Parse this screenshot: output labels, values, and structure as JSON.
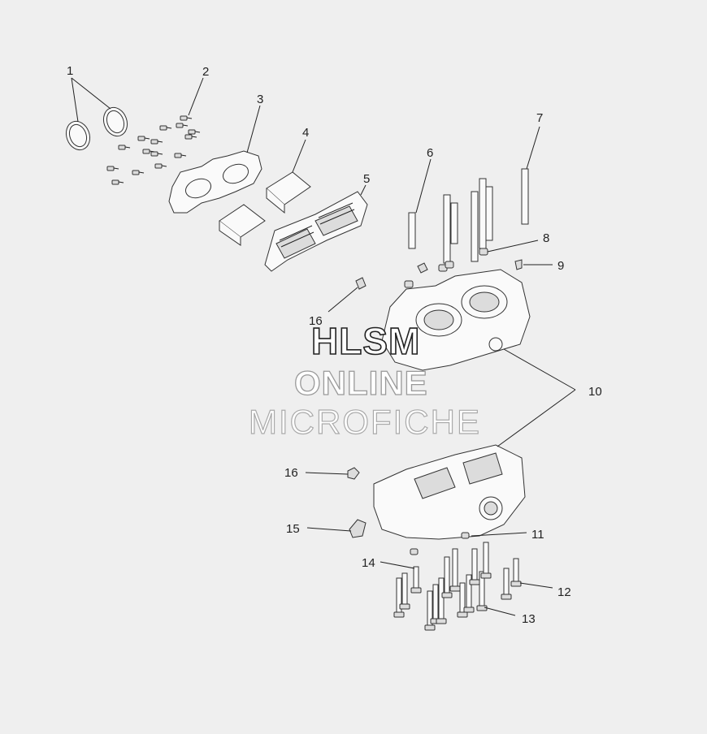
{
  "callouts": [
    "1",
    "2",
    "3",
    "4",
    "5",
    "6",
    "7",
    "8",
    "9",
    "10",
    "11",
    "12",
    "13",
    "14",
    "15",
    "16",
    "16"
  ],
  "watermark": {
    "line1": "HLSM",
    "line2": "ONLINE",
    "line3": "MICROFICHE"
  }
}
